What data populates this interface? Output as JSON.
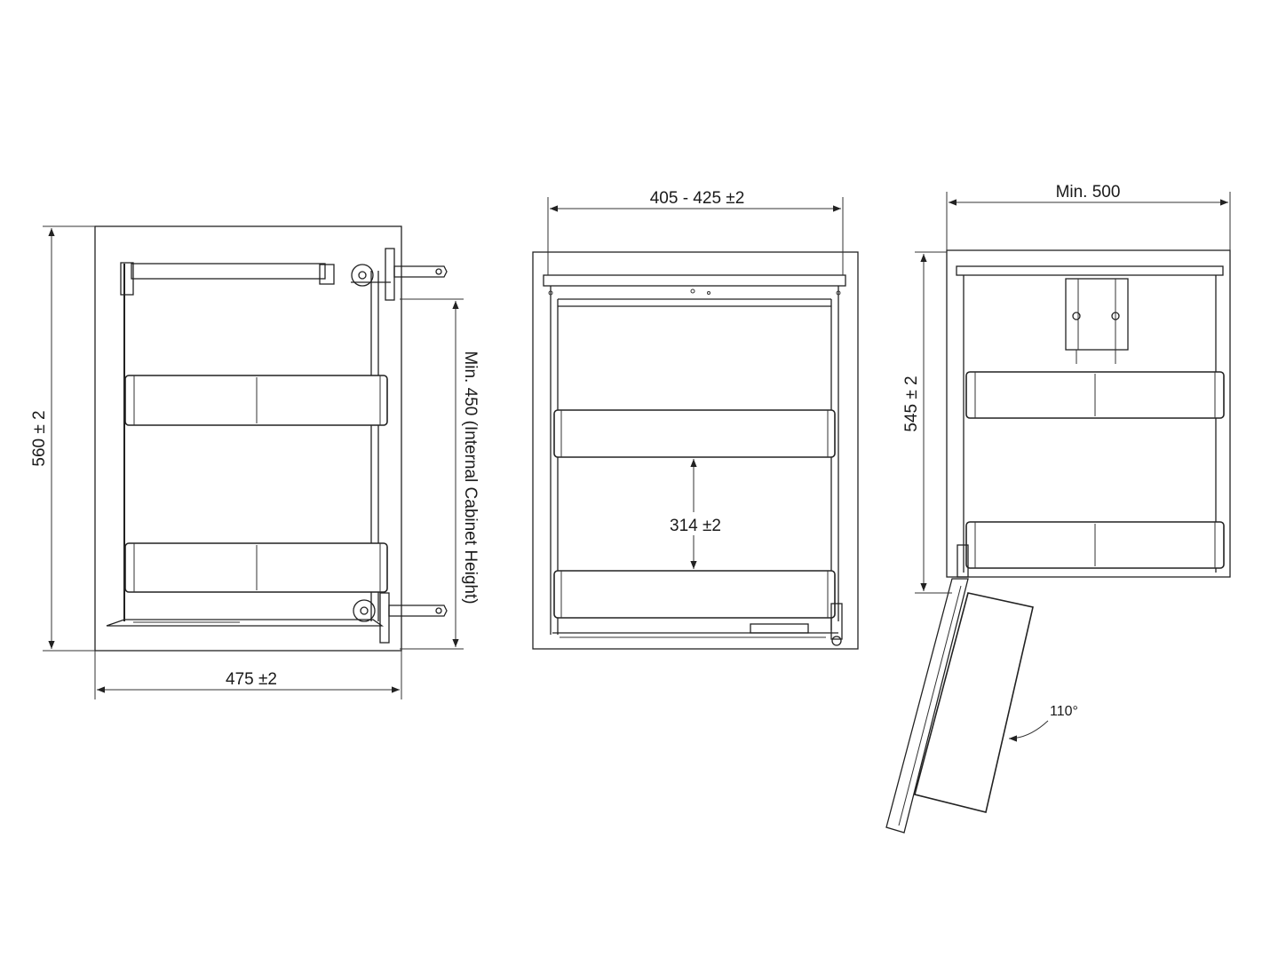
{
  "views": {
    "side": {
      "width_label": "475 ±2",
      "height_label": "560 ± 2",
      "cabinet_height_label": "Min. 450 (Internal Cabinet Height)"
    },
    "front": {
      "width_label": "405 - 425 ±2",
      "spacing_label": "314 ±2"
    },
    "open": {
      "width_label": "Min. 500",
      "height_label": "545 ± 2",
      "angle_label": "110°"
    }
  }
}
